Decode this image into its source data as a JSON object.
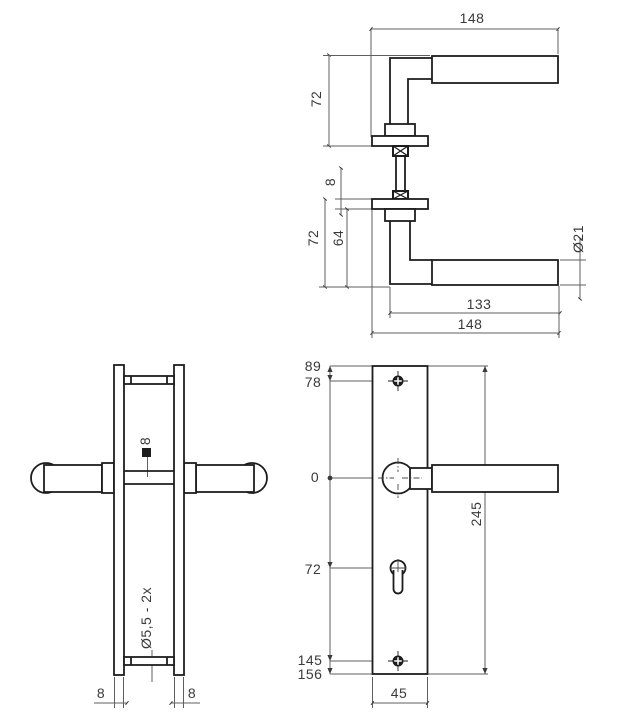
{
  "drawing_title": "door-handle-on-backplate-technical-drawing",
  "side_view": {
    "dim_width_top": "148",
    "dim_height_upper": "72",
    "dim_rose_thickness": "8",
    "dim_height_lower": "72",
    "dim_height_lower_inner": "64",
    "dim_grip_diameter": "Ø21",
    "dim_grip_length": "133",
    "dim_width_bottom": "148"
  },
  "plan_view": {
    "dim_spindle_square": "8",
    "dim_screw_holes": "Ø5,5 - 2x",
    "dim_plate_left": "8",
    "dim_plate_right": "8"
  },
  "front_view": {
    "dim_top_edge": "89",
    "dim_top_screw": "78",
    "dim_zero": "0",
    "dim_keyhole": "72",
    "dim_bottom_screw": "145",
    "dim_bottom_edge": "156",
    "dim_plate_height": "245",
    "dim_plate_width": "45"
  },
  "colors": {
    "object_line": "#1d1d1d",
    "dimension_line": "#5f5f5f",
    "text": "#3a3a3a",
    "background": "#ffffff"
  }
}
